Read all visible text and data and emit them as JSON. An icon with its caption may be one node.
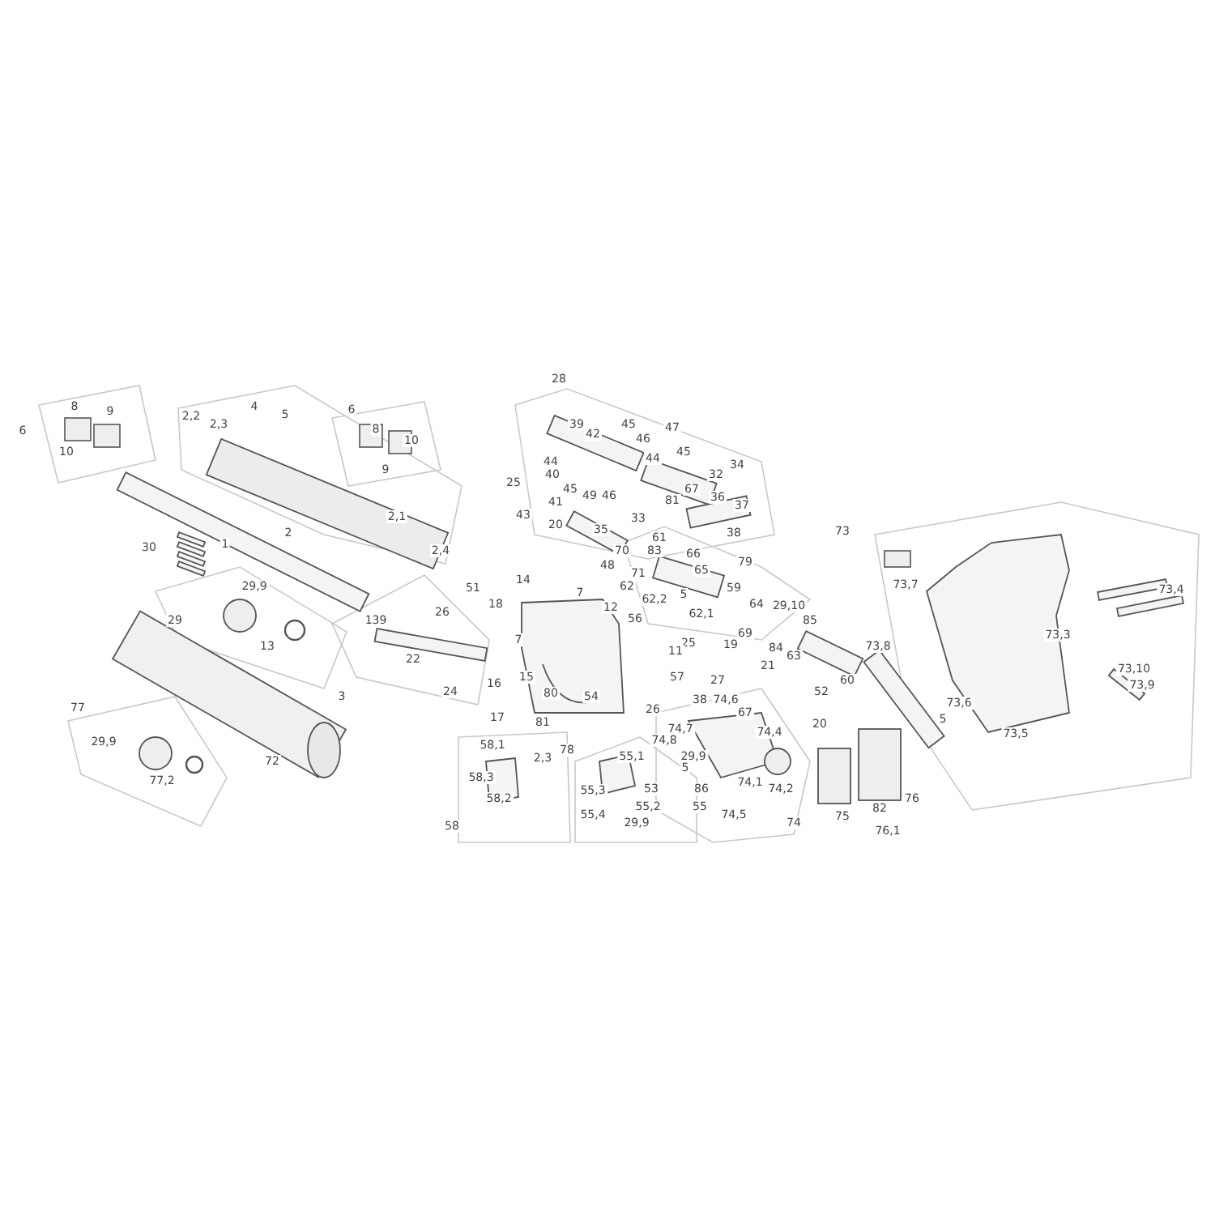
{
  "diagram": {
    "labels": [
      "28",
      "8",
      "4",
      "6",
      "9",
      "5",
      "2,2",
      "39",
      "45",
      "2,3",
      "47",
      "8",
      "6",
      "42",
      "46",
      "10",
      "10",
      "45",
      "44",
      "44",
      "34",
      "9",
      "32",
      "40",
      "25",
      "45",
      "67",
      "49",
      "46",
      "36",
      "41",
      "81",
      "37",
      "43",
      "2,1",
      "33",
      "20",
      "35",
      "73",
      "2",
      "38",
      "61",
      "1",
      "30",
      "2,4",
      "83",
      "70",
      "66",
      "79",
      "48",
      "65",
      "71",
      "14",
      "73,7",
      "29,9",
      "62",
      "51",
      "59",
      "73,4",
      "7",
      "5",
      "62,2",
      "18",
      "64",
      "29,10",
      "12",
      "26",
      "62,1",
      "56",
      "85",
      "29",
      "139",
      "69",
      "73,3",
      "7",
      "25",
      "19",
      "73,8",
      "13",
      "84",
      "11",
      "63",
      "22",
      "21",
      "73,10",
      "15",
      "57",
      "27",
      "60",
      "16",
      "73,9",
      "24",
      "52",
      "80",
      "3",
      "54",
      "38",
      "74,6",
      "73,6",
      "77",
      "26",
      "67",
      "17",
      "5",
      "81",
      "20",
      "74,7",
      "74,4",
      "73,5",
      "74,8",
      "29,9",
      "58,1",
      "78",
      "55,1",
      "29,9",
      "2,3",
      "72",
      "5",
      "58,3",
      "77,2",
      "74,1",
      "74,2",
      "55,3",
      "53",
      "86",
      "58,2",
      "76",
      "55,2",
      "55",
      "82",
      "74,5",
      "55,4",
      "75",
      "29,9",
      "74",
      "58",
      "76,1"
    ]
  }
}
